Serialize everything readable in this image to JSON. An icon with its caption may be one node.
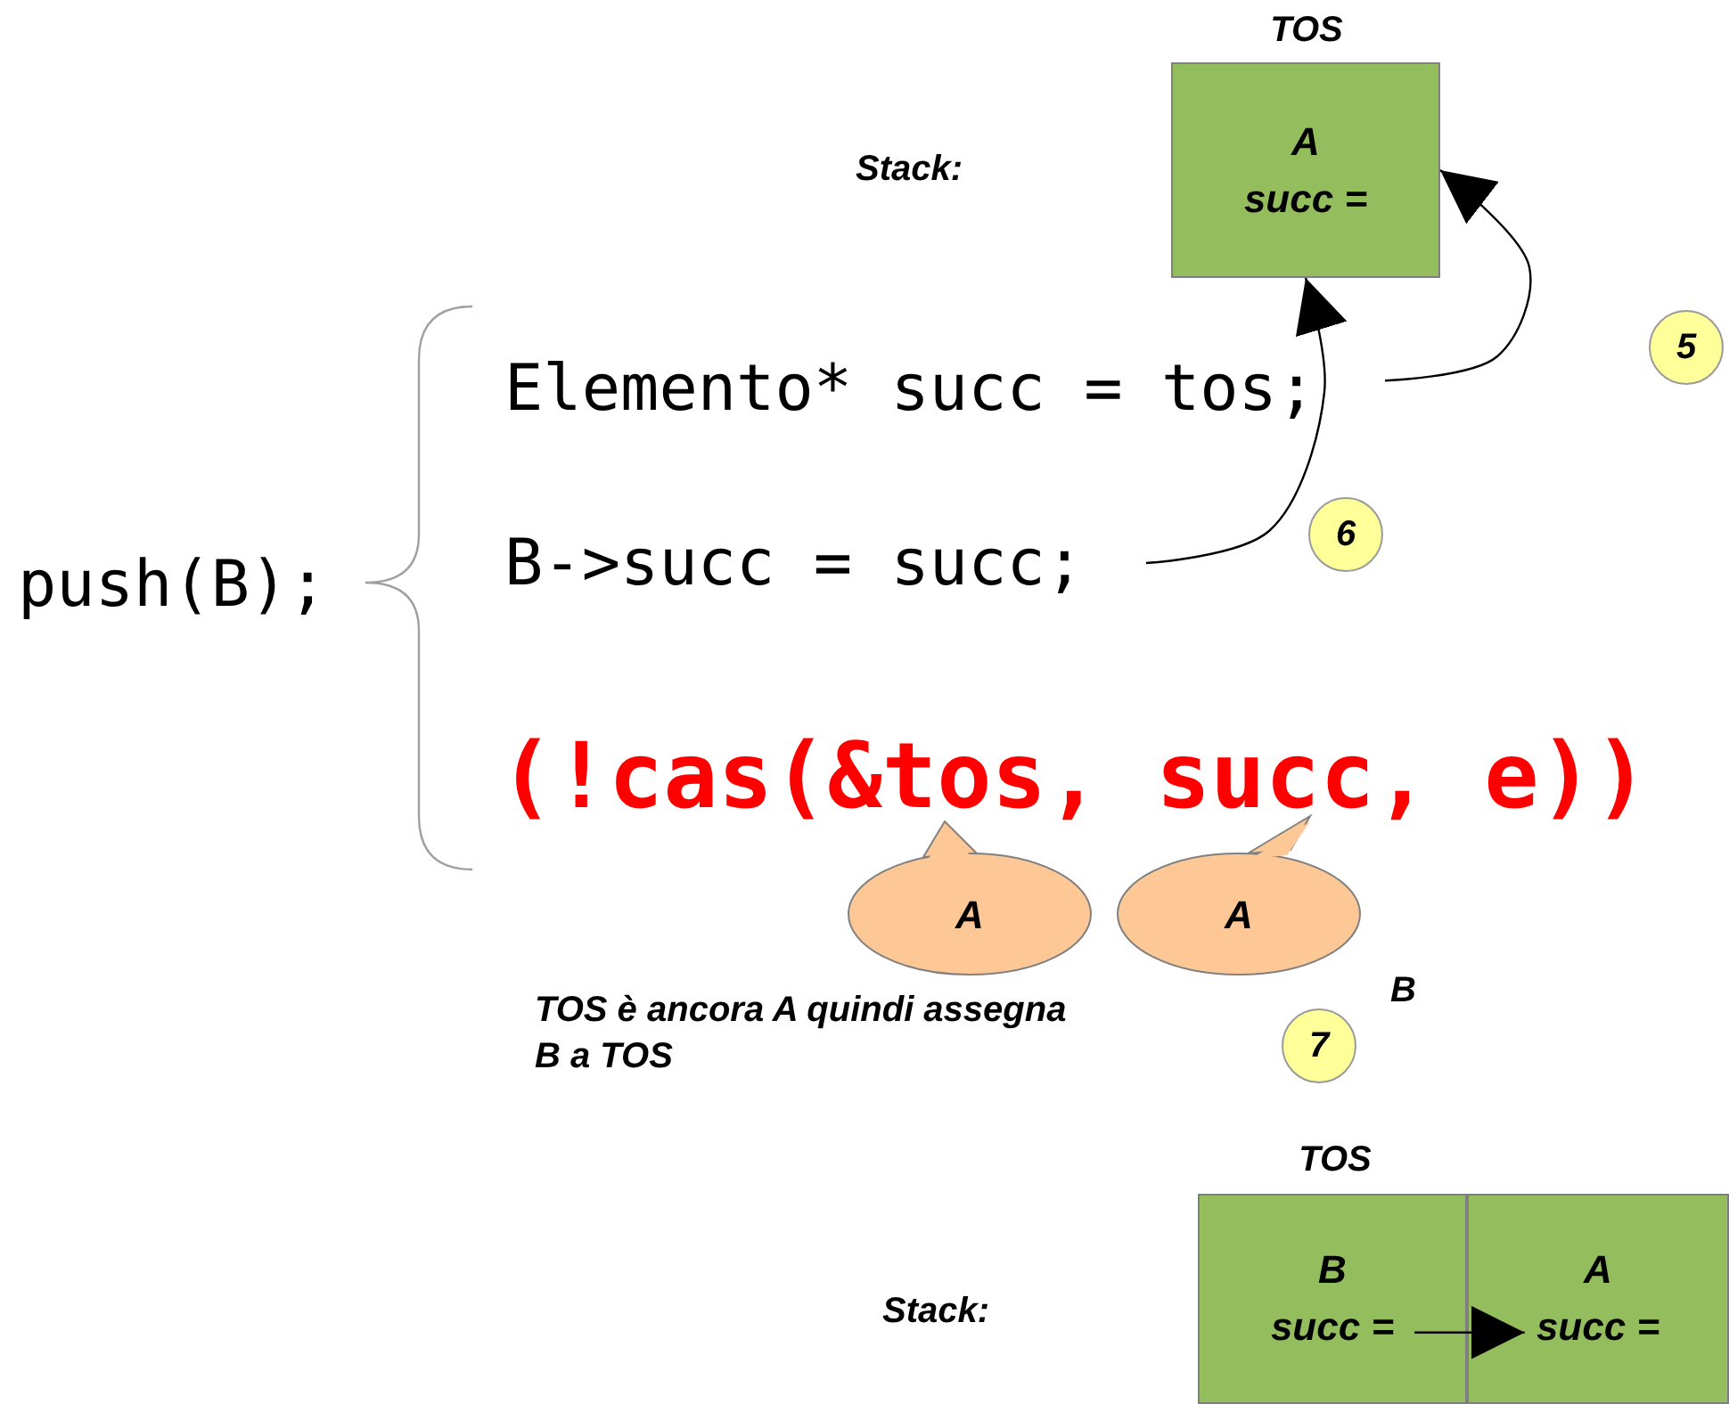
{
  "diagram": {
    "nodes": [
      {
        "text": [
          "A",
          "succ ="
        ],
        "beside": [
          "TOS"
        ]
      },
      {
        "text": [
          "5"
        ]
      },
      {
        "text": [
          "Elemento* succ = tos;"
        ]
      },
      {
        "text": [
          "B->succ = succ;"
        ]
      },
      {
        "text": [
          "6"
        ]
      },
      {
        "text": [
          "A"
        ]
      },
      {
        "text": [
          "A"
        ]
      },
      {
        "text": [
          "7"
        ]
      },
      {
        "text": [
          "B",
          "succ ="
        ],
        "beside": [
          "TOS"
        ]
      },
      {
        "text": [
          "A",
          "succ ="
        ]
      }
    ],
    "edges": [
      {
        "from": 2,
        "to": 0,
        "arrow": "to"
      },
      {
        "from": 3,
        "to": 0,
        "arrow": "to"
      },
      {
        "from": 8,
        "to": 9,
        "arrow": "to"
      }
    ],
    "labels": [
      "Stack:",
      "push(B);",
      "(!cas(&tos, succ, e))",
      "TOS è ancora A quindi assegna B a TOS",
      "B",
      "Stack:"
    ]
  }
}
